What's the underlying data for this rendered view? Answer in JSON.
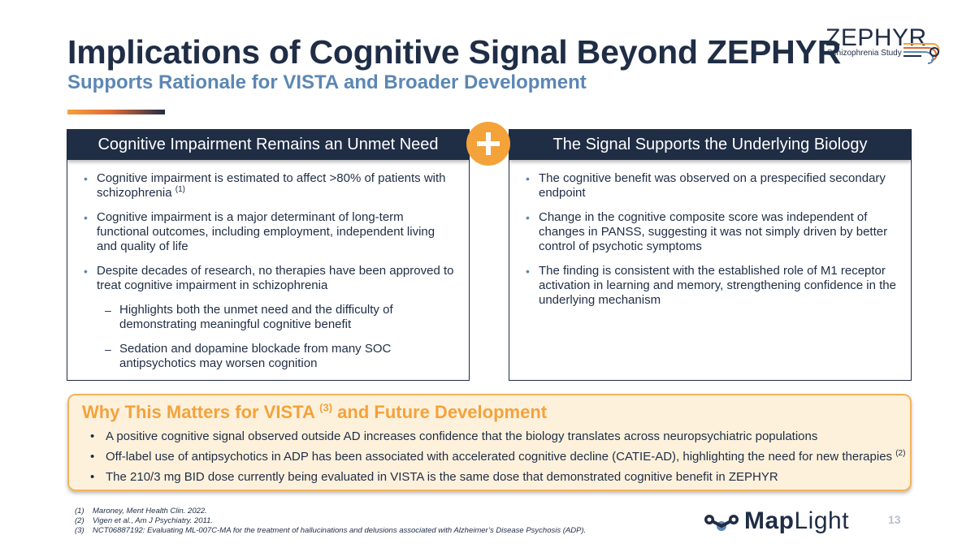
{
  "header": {
    "title": "Implications of Cognitive Signal Beyond ZEPHYR",
    "subtitle": "Supports Rationale for VISTA and Broader Development"
  },
  "zephyr_logo": {
    "word": "ZEPHYR",
    "tagline": "Schizophrenia Study"
  },
  "left_panel": {
    "title": "Cognitive Impairment Remains an Unmet Need",
    "bullets": [
      {
        "text": "Cognitive impairment is estimated to affect >80% of patients with schizophrenia",
        "ref": "(1)"
      },
      {
        "text": "Cognitive impairment is a major determinant of long-term functional outcomes, including employment, independent living and quality of life"
      },
      {
        "text": "Despite decades of research, no therapies have been approved to treat cognitive impairment in schizophrenia"
      }
    ],
    "sub_bullets": [
      "Highlights both the unmet need and the difficulty of demonstrating meaningful cognitive benefit",
      "Sedation and dopamine blockade from many SOC antipsychotics may worsen cognition"
    ]
  },
  "right_panel": {
    "title": "The Signal Supports the Underlying Biology",
    "bullets": [
      "The cognitive benefit was observed on a prespecified secondary endpoint",
      "Change in the cognitive composite score was independent of changes in PANSS, suggesting it was not simply driven by better control of psychotic symptoms",
      "The finding is consistent with the established role of M1 receptor activation in learning and memory, strengthening confidence in the underlying mechanism"
    ]
  },
  "why_box": {
    "title_before": "Why This Matters for VISTA",
    "title_ref": "(3)",
    "title_after": " and Future Development",
    "bullets": [
      {
        "text": "A positive cognitive signal observed outside AD increases confidence that the biology translates across neuropsychiatric populations"
      },
      {
        "text": "Off-label use of antipsychotics in ADP has been associated with accelerated cognitive decline (CATIE-AD), highlighting the need for new therapies",
        "ref": "(2)"
      },
      {
        "text": "The 210/3 mg BID dose currently being evaluated in VISTA is the same dose that demonstrated cognitive benefit in ZEPHYR"
      }
    ]
  },
  "footnotes": [
    {
      "num": "(1)",
      "text": "Maroney, Ment Health Clin. 2022."
    },
    {
      "num": "(2)",
      "text": "Vigen et al., Am J Psychiatry. 2011."
    },
    {
      "num": "(3)",
      "text": "NCT06887192: Evaluating ML-007C-MA for the treatment of hallucinations and delusions associated with Alzheimer’s Disease Psychosis (ADP)."
    }
  ],
  "maplight_logo": {
    "bold": "Map",
    "light": "Light"
  },
  "page_number": "13",
  "icons": {
    "plus": "plus-icon",
    "zephyr_swirl": "wind-swirl-icon",
    "maplight_mark": "maplight-mark-icon"
  },
  "colors": {
    "navy": "#1f2d45",
    "blue": "#5b87b5",
    "orange": "#f4a23a",
    "why_bg": "#fdf1dc"
  }
}
